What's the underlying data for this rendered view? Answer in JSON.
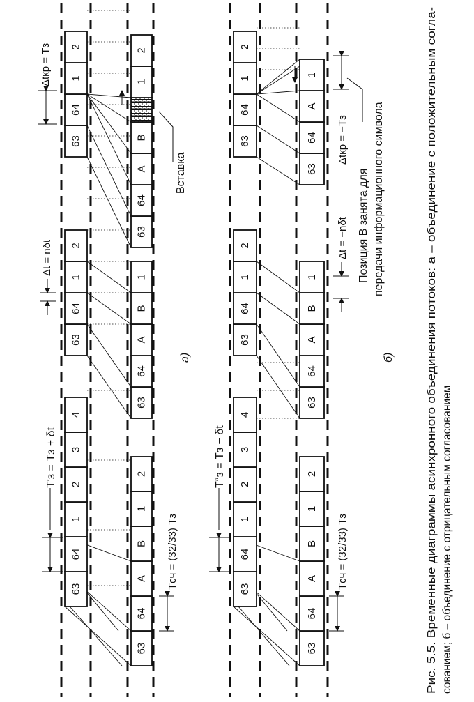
{
  "cell_labels": {
    "n63": "63",
    "n64": "64",
    "n1": "1",
    "n2": "2",
    "n3": "3",
    "n4": "4",
    "a": "A",
    "b": "B"
  },
  "labels": {
    "t_prime": "T′з = Tз + δt",
    "t_dprime": "T″з = Tз − δt",
    "t_sch": "Tсч = (32/33) Tз",
    "delta_n_pos": "Δt = nδt",
    "delta_n_neg": "Δt = −nδt",
    "delta_kr_pos": "Δtкр = Tз",
    "delta_kr_neg": "Δtкр = −Tз",
    "vstavka": "Вставка",
    "part_a": "а)",
    "part_b": "б)",
    "position_b_line1": "Позиция В занята для",
    "position_b_line2": "передачи информационного символа"
  },
  "caption": {
    "line1": "Рис. 5.5. Временные диаграммы асинхронного объединения потоков: а – объединение с положительным согла-",
    "line2": "сованием; б – объединение с отрицательным согласованием"
  }
}
